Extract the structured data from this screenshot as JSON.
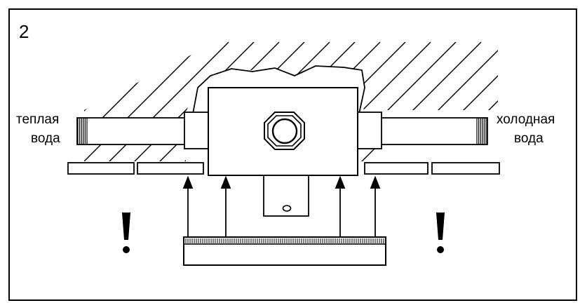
{
  "figure": {
    "number": "2",
    "labels": {
      "warm_water_line1": "теплая",
      "warm_water_line2": "вода",
      "cold_water_line1": "холодная",
      "cold_water_line2": "вода"
    },
    "exclamation": "!",
    "colors": {
      "stroke": "#000000",
      "background": "#ffffff"
    }
  }
}
